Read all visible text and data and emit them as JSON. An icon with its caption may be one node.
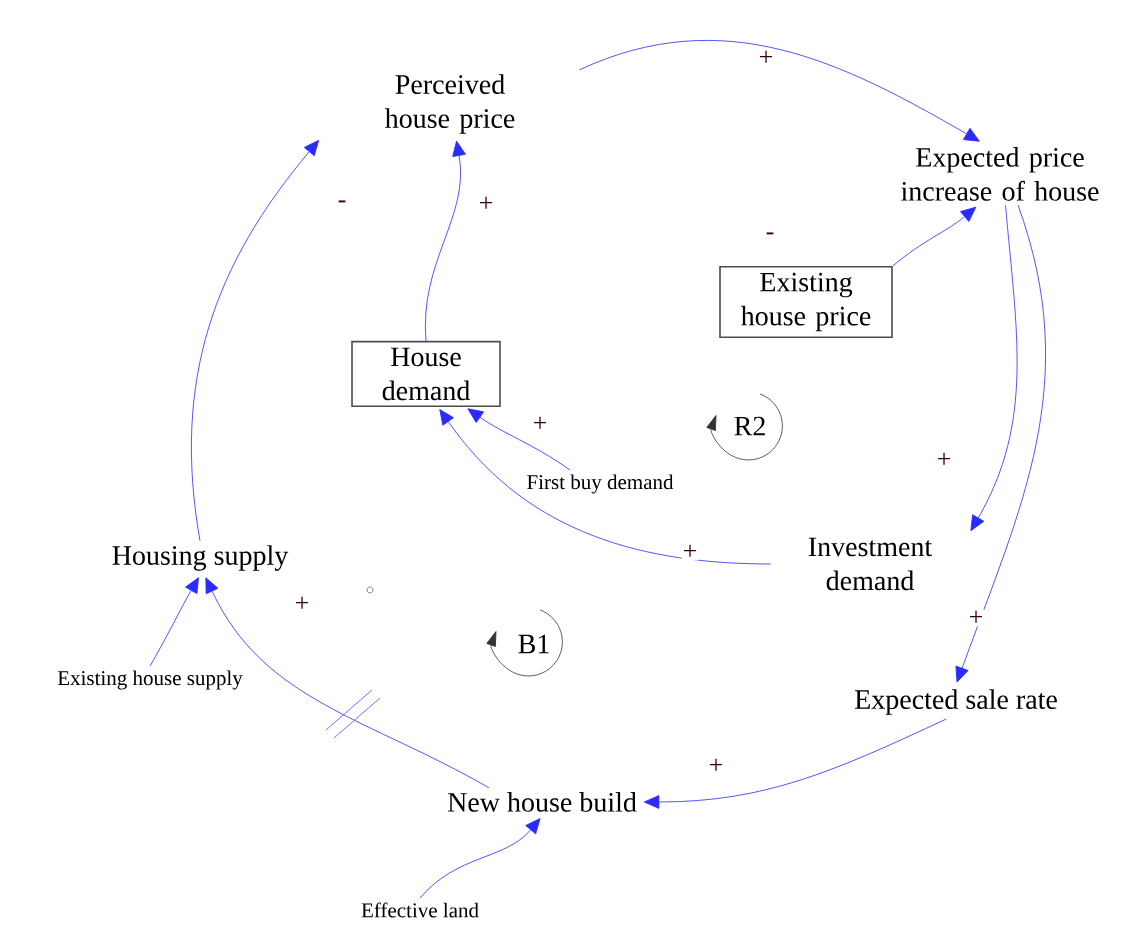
{
  "diagram": {
    "nodes": [
      {
        "text": [
          "Perceived house price"
        ]
      },
      {
        "text": [
          "Expected price increase of house"
        ]
      },
      {
        "text": [
          "Existing house price"
        ]
      },
      {
        "text": [
          "House demand"
        ]
      },
      {
        "text": [
          "First buy demand"
        ]
      },
      {
        "text": [
          "Housing supply"
        ]
      },
      {
        "text": [
          "Investment demand"
        ]
      },
      {
        "text": [
          "Expected sale rate"
        ]
      },
      {
        "text": [
          "Existing house supply"
        ]
      },
      {
        "text": [
          "New house build"
        ]
      },
      {
        "text": [
          "Effective land"
        ]
      }
    ],
    "edges": [
      {
        "from": 0,
        "to": 1,
        "arrow": "to",
        "label": "+"
      },
      {
        "from": 2,
        "to": 1,
        "arrow": "to",
        "label": "-"
      },
      {
        "from": 3,
        "to": 0,
        "arrow": "to",
        "label": "+"
      },
      {
        "from": 5,
        "to": 0,
        "arrow": "to",
        "label": "-"
      },
      {
        "from": 4,
        "to": 3,
        "arrow": "to",
        "label": "+"
      },
      {
        "from": 6,
        "to": 3,
        "arrow": "to",
        "label": "+"
      },
      {
        "from": 1,
        "to": 6,
        "arrow": "to",
        "label": "+"
      },
      {
        "from": 1,
        "to": 7,
        "arrow": "to",
        "label": "+"
      },
      {
        "from": 7,
        "to": 9,
        "arrow": "to",
        "label": "+"
      },
      {
        "from": 9,
        "to": 5,
        "arrow": "to",
        "label": "+"
      },
      {
        "from": 8,
        "to": 5,
        "arrow": "to"
      },
      {
        "from": 10,
        "to": 9,
        "arrow": "to"
      }
    ],
    "labels": [
      "R2",
      "B1"
    ]
  }
}
